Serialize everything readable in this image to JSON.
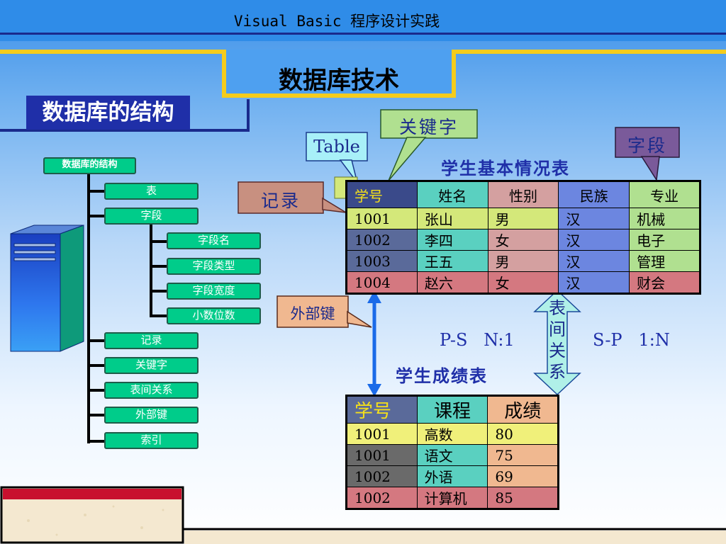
{
  "header": {
    "course_title": "Visual Basic 程序设计实践",
    "slide_title": "数据库技术"
  },
  "section": {
    "label": "数据库的结构"
  },
  "tree": {
    "root": "数据库的结构",
    "items": [
      {
        "label": "表",
        "children": []
      },
      {
        "label": "字段",
        "children": [
          "字段名",
          "字段类型",
          "字段宽度",
          "小数位数"
        ]
      },
      {
        "label": "记录",
        "children": []
      },
      {
        "label": "关键字",
        "children": []
      },
      {
        "label": "表间关系",
        "children": []
      },
      {
        "label": "外部键",
        "children": []
      },
      {
        "label": "索引",
        "children": []
      }
    ]
  },
  "callouts": {
    "table": "Table",
    "key": "关键字",
    "field": "字段",
    "record": "记录",
    "foreign_key": "外部键",
    "relation": "表间关系"
  },
  "student_info": {
    "title": "学生基本情况表",
    "columns": [
      "学号",
      "姓名",
      "性别",
      "民族",
      "专业"
    ],
    "rows": [
      [
        "1001",
        "张山",
        "男",
        "汉",
        "机械"
      ],
      [
        "1002",
        "李四",
        "女",
        "汉",
        "电子"
      ],
      [
        "1003",
        "王五",
        "男",
        "汉",
        "管理"
      ],
      [
        "1004",
        "赵六",
        "女",
        "汉",
        "财会"
      ]
    ]
  },
  "relations": {
    "ps": "P-S   N:1",
    "sp": "S-P   1:N"
  },
  "student_scores": {
    "title": "学生成绩表",
    "columns": [
      "学号",
      "课程",
      "成绩"
    ],
    "rows": [
      [
        "1001",
        "高数",
        "80"
      ],
      [
        "1001",
        "语文",
        "75"
      ],
      [
        "1002",
        "外语",
        "69"
      ],
      [
        "1002",
        "计算机",
        "85"
      ]
    ]
  },
  "colors": {
    "row_yellow": "#d4e87a",
    "row_teal": "#5ad0c0",
    "row_blue": "#6c86e0",
    "row_green": "#b0e090",
    "row_pink": "#d4a0a0",
    "row_red": "#d47880",
    "header_dark": "#3a4a8a",
    "label_navy": "#1f2fa8",
    "node_green": "#00cc8a"
  }
}
